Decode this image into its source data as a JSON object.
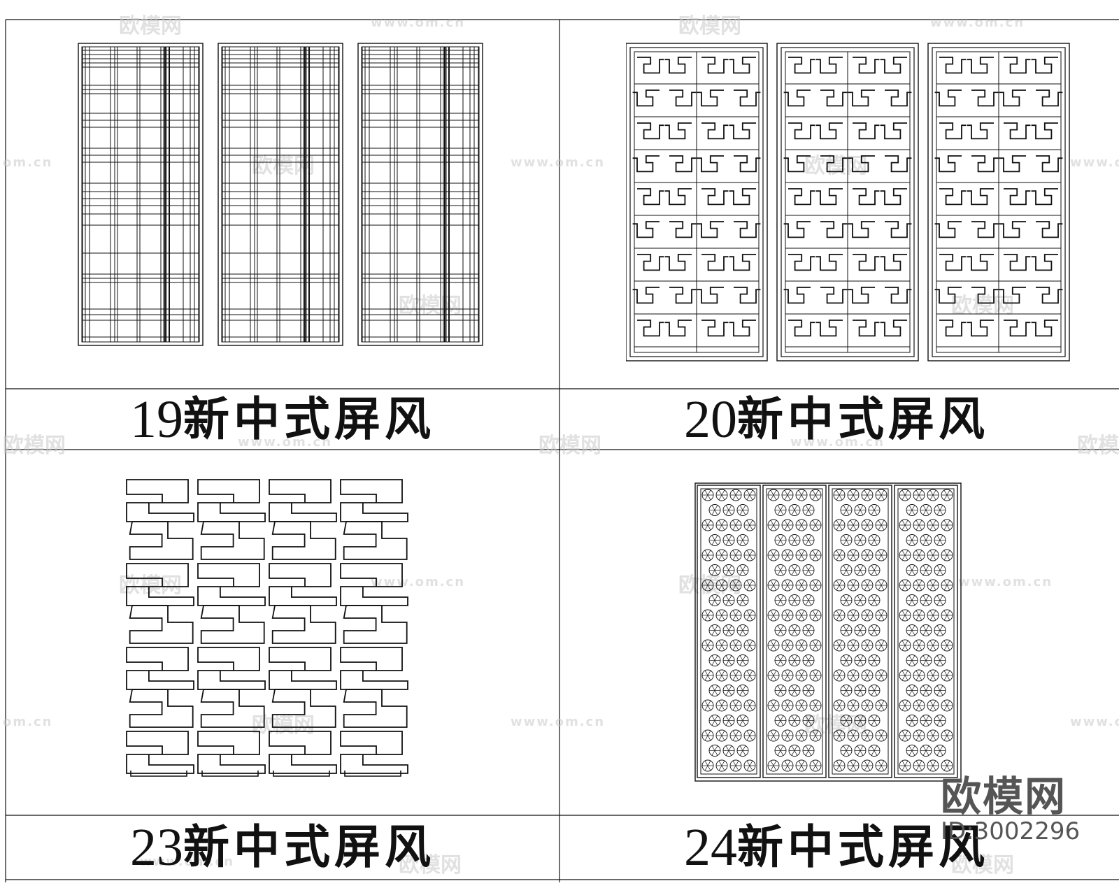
{
  "sheet": {
    "panels": [
      {
        "id": "p19",
        "number": "19",
        "title": "新中式屏风",
        "pattern": "grid-lattice",
        "leaves": 3
      },
      {
        "id": "p20",
        "number": "20",
        "title": "新中式屏风",
        "pattern": "fret-lattice",
        "leaves": 3
      },
      {
        "id": "p23",
        "number": "23",
        "title": "新中式屏风",
        "pattern": "interlock-maze",
        "leaves": 1
      },
      {
        "id": "p24",
        "number": "24",
        "title": "新中式屏风",
        "pattern": "floral-lattice",
        "leaves": 4
      }
    ]
  },
  "watermarks": {
    "brand": "欧模网",
    "url": "www.om.cn",
    "url_partial": "om.cn"
  },
  "brand_mark": {
    "name": "欧模网",
    "id_text": "ID:3002296"
  },
  "colors": {
    "line": "#111111",
    "background": "#ffffff",
    "watermark": "#c9c9c9"
  }
}
